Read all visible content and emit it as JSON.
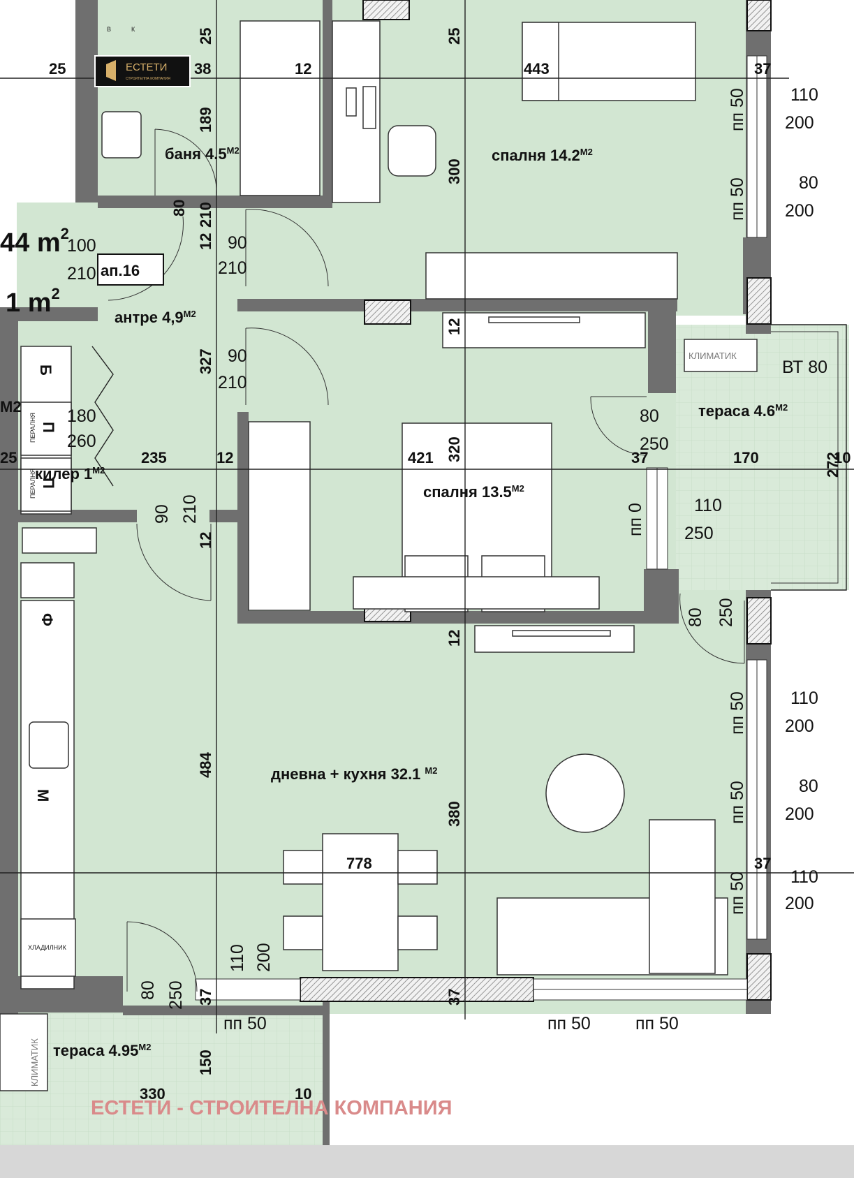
{
  "plan": {
    "apartment_label": "ап.16",
    "area_total_partial": "44 m",
    "area_terrace_partial": "1 m",
    "area_sup": "2",
    "area_sup_alt": "2",
    "left_edge_sup": "M2",
    "watermark": "ЕСТЕТИ - СТРОИТЕЛНА КОМПАНИЯ",
    "logo_text": "ЕСТЕТИ",
    "logo_subtext": "СТРОИТЕЛНА КОМПАНИЯ",
    "unit_sup": "M2",
    "rooms": {
      "bath": "баня 4.5",
      "bedroom1": "спалня 14.2",
      "hall": "антре 4,9",
      "terrace1": "тераса 4.6",
      "pantry": "килер 1",
      "bedroom2": "спалня 13.5",
      "living": "дневна + кухня 32.1",
      "terrace2": "тераса 4.95"
    },
    "fixtures": {
      "ac1": "КЛИМАТИК",
      "ac2": "КЛИМАТИК",
      "fridge": "ХЛАДИЛНИК",
      "washer1": "ПЕРАЛНЯ",
      "washer2": "ПЕРАЛНЯ",
      "boiler_mark": "Б",
      "washer_mark1": "П",
      "washer_mark2": "П",
      "oven_mark": "Ф",
      "dishwasher_mark": "М",
      "bath_b": "В",
      "bath_k": "К",
      "bt": "ВТ 80"
    },
    "dims": {
      "d25a": "25",
      "d38": "38",
      "d12a": "12",
      "d443": "443",
      "d37a": "37",
      "d25b": "25",
      "d25c": "25",
      "d189": "189",
      "d300": "300",
      "d80a": "80",
      "d12b": "12",
      "d210a": "210",
      "d12c": "12",
      "d327": "327",
      "d25d": "25",
      "d235": "235",
      "d12d": "12",
      "d421": "421",
      "d320": "320",
      "d37b": "37",
      "d170": "170",
      "d272": "272",
      "d10a": "10",
      "d12e": "12",
      "d12f": "12",
      "d484": "484",
      "d380": "380",
      "d778": "778",
      "d37c": "37",
      "d37d": "37",
      "d37e": "37",
      "d150": "150",
      "d330": "330",
      "d10b": "10"
    },
    "fractions": {
      "bed1_w1_top": "110",
      "bed1_w1_bot": "200",
      "bed1_w1_pp": "пп 50",
      "bed1_w2_top": "80",
      "bed1_w2_bot": "200",
      "bed1_w2_pp": "пп 50",
      "hall_door_top": "100",
      "hall_door_bot": "210",
      "bath_door_top": "90",
      "bath_door_bot": "210",
      "bed2_door_top": "90",
      "bed2_door_bot": "210",
      "pantry_door_top": "180",
      "pantry_door_bot": "260",
      "terr1_door_top": "80",
      "terr1_door_bot": "250",
      "bed2_win_top": "110",
      "bed2_win_bot": "250",
      "bed2_win_pp": "пп 0",
      "kitchen_door_top": "90",
      "kitchen_door_bot": "210",
      "living_door_top": "80",
      "living_door_bot": "250",
      "lv_w1_top": "110",
      "lv_w1_bot": "200",
      "lv_w1_pp": "пп 50",
      "lv_w2_top": "80",
      "lv_w2_bot": "200",
      "lv_w2_pp": "пп 50",
      "lv_w3_top": "110",
      "lv_w3_bot": "200",
      "lv_w3_pp": "пп 50",
      "south_w1_top": "110",
      "south_w1_bot": "200",
      "south_w1_pp": "пп 50",
      "terr2_door_top": "80",
      "terr2_door_bot": "250",
      "south_pp2": "пп 50",
      "south_pp3": "пп 50"
    },
    "colors": {
      "floor": "#d2e6d2",
      "terrace": "#d9ead9",
      "wall": "#6f6f6f",
      "watermark": "#d98a8a"
    }
  }
}
